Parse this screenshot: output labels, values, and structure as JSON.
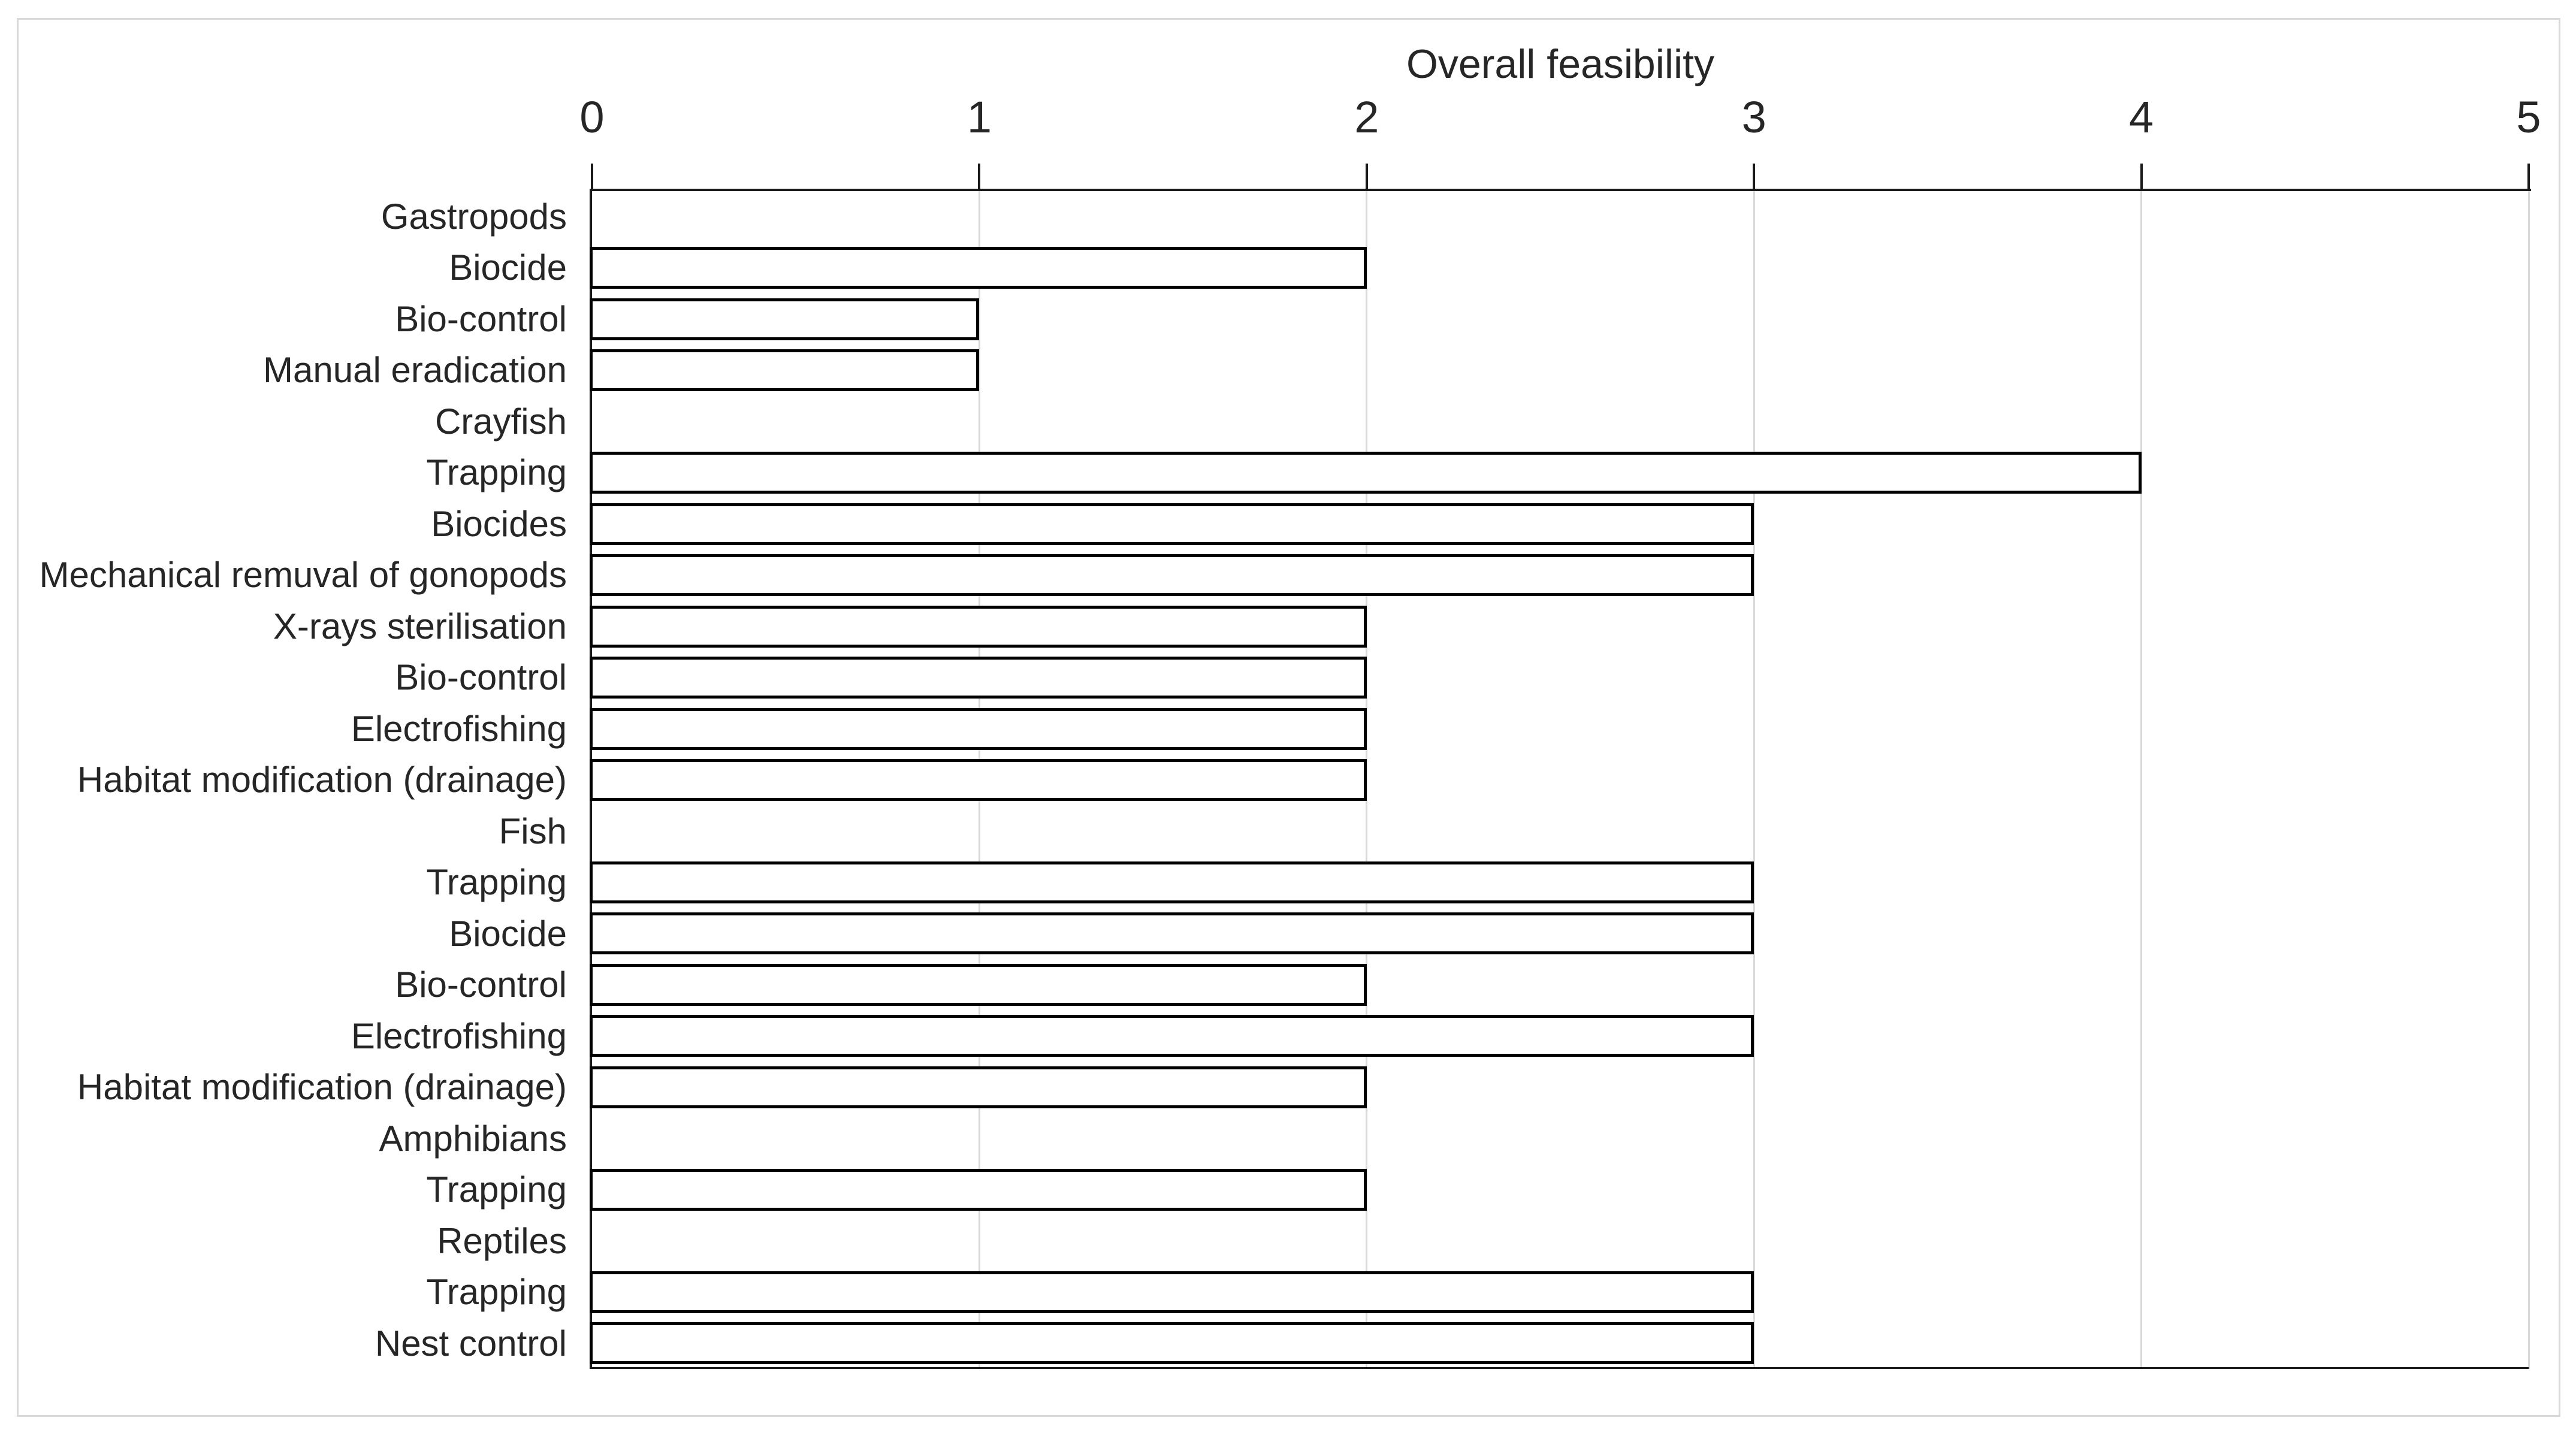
{
  "chart_data": {
    "type": "bar",
    "orientation": "horizontal",
    "title": "Overall feasibility",
    "x_axis": {
      "label": "Overall feasibility",
      "position": "top",
      "min": 0,
      "max": 5,
      "ticks": [
        0,
        1,
        2,
        3,
        4,
        5
      ]
    },
    "grid": "vertical light gray lines at each tick",
    "legend": "none",
    "bar_style": {
      "fill": "#ffffff",
      "outline": "#000000"
    },
    "gridline_color": "#d9d9d9",
    "axis_color": "#1a1a1a",
    "text_color": "#262626",
    "rows": [
      {
        "label": "Gastropods",
        "value": null,
        "group_header": true
      },
      {
        "label": "Biocide",
        "value": 2,
        "group_header": false
      },
      {
        "label": "Bio-control",
        "value": 1,
        "group_header": false
      },
      {
        "label": "Manual eradication",
        "value": 1,
        "group_header": false
      },
      {
        "label": "Crayfish",
        "value": null,
        "group_header": true
      },
      {
        "label": "Trapping",
        "value": 4,
        "group_header": false
      },
      {
        "label": "Biocides",
        "value": 3,
        "group_header": false
      },
      {
        "label": "Mechanical remuval of gonopods",
        "value": 3,
        "group_header": false
      },
      {
        "label": "X-rays sterilisation",
        "value": 2,
        "group_header": false
      },
      {
        "label": "Bio-control",
        "value": 2,
        "group_header": false
      },
      {
        "label": "Electrofishing",
        "value": 2,
        "group_header": false
      },
      {
        "label": "Habitat modification (drainage)",
        "value": 2,
        "group_header": false
      },
      {
        "label": "Fish",
        "value": null,
        "group_header": true
      },
      {
        "label": "Trapping",
        "value": 3,
        "group_header": false
      },
      {
        "label": "Biocide",
        "value": 3,
        "group_header": false
      },
      {
        "label": "Bio-control",
        "value": 2,
        "group_header": false
      },
      {
        "label": "Electrofishing",
        "value": 3,
        "group_header": false
      },
      {
        "label": "Habitat modification (drainage)",
        "value": 2,
        "group_header": false
      },
      {
        "label": "Amphibians",
        "value": null,
        "group_header": true
      },
      {
        "label": "Trapping",
        "value": 2,
        "group_header": false
      },
      {
        "label": "Reptiles",
        "value": null,
        "group_header": true
      },
      {
        "label": "Trapping",
        "value": 3,
        "group_header": false
      },
      {
        "label": "Nest control",
        "value": 3,
        "group_header": false
      }
    ]
  }
}
